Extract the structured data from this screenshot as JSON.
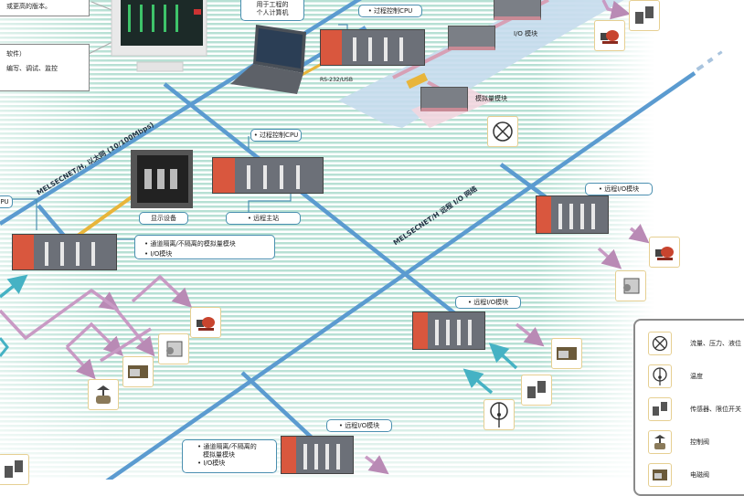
{
  "callouts": {
    "top_left_1": "或更高的版本。",
    "top_left_2a": "软件）",
    "top_left_2b": "编写、调试、监控",
    "engineering_pc": [
      "用于工程的",
      "个人计算机"
    ],
    "process_cpu_top": "• 过程控制CPU",
    "rs232": "RS-232/USB",
    "io_module": "I/O 模块",
    "analog_module": "模拟量模块",
    "process_cpu_mid": "• 过程控制CPU",
    "cpu_left": "PU",
    "display": "显示设备",
    "remote_master": "• 远程主站",
    "left_modules": [
      "• 通道隔离/不隔离的模拟量模块",
      "• I/O模块"
    ],
    "remote_io_right": "• 远程I/O模块",
    "remote_io_mid": "• 远程I/O模块",
    "remote_io_bottom": "• 远程I/O模块",
    "bottom_modules": [
      "• 通道隔离/不隔离的",
      "模拟量模块",
      "• I/O模块"
    ]
  },
  "networks": {
    "ethernet": "MELSECNET/H, 以太网 (10/100Mbps)",
    "remote_io": "MELSECNET/H 远程 I/O 网络"
  },
  "legend": {
    "items": [
      {
        "icon": "flow-pressure-icon",
        "label": "流量、压力、液位"
      },
      {
        "icon": "temperature-icon",
        "label": "温度"
      },
      {
        "icon": "sensor-switch-icon",
        "label": "传感器、限位开关"
      },
      {
        "icon": "control-valve-icon",
        "label": "控制阀"
      },
      {
        "icon": "solenoid-valve-icon",
        "label": "电磁阀"
      }
    ]
  },
  "colors": {
    "network_line": "#5b9bd0",
    "output_arrow": "#c89ac4",
    "input_arrow": "#4fb8c8",
    "cable": "#e8b53a",
    "stripe": "#bfe3d8",
    "plc_red": "#d9573e"
  }
}
